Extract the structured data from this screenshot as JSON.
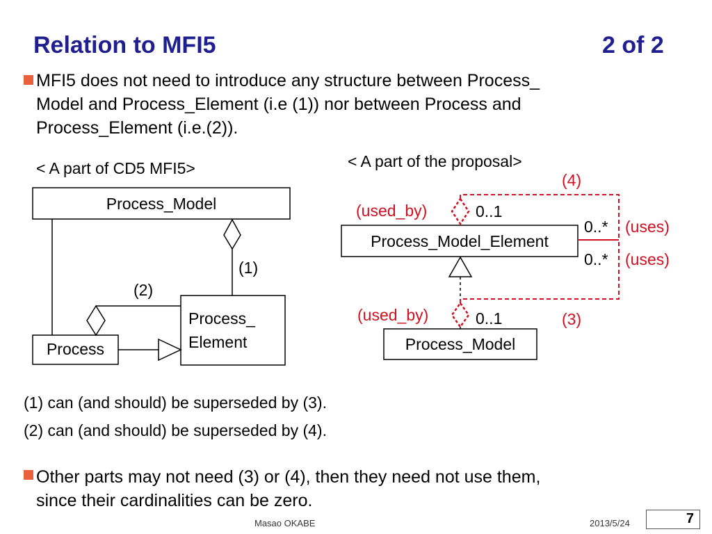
{
  "slide": {
    "title": "Relation to MFI5",
    "page_of": "2 of 2",
    "bullets": [
      {
        "lines": [
          "MFI5 does not need to introduce any structure between Process_",
          "Model and Process_Element (i.e (1)) nor  between Process  and",
          "Process_Element (i.e.(2))."
        ]
      }
    ],
    "left_caption": "< A part of CD5 MFI5>",
    "right_caption": "< A part of the proposal>",
    "left_diagram": {
      "process_model": "Process_Model",
      "process_element_line1": "Process_",
      "process_element_line2": "Element",
      "process": "Process",
      "label_1": "(1)",
      "label_2": "(2)"
    },
    "right_diagram": {
      "process_model_element": "Process_Model_Element",
      "process_model": "Process_Model",
      "label_4": "(4)",
      "label_3": "(3)",
      "used_by_top": "(used_by)",
      "used_by_bottom": "(used_by)",
      "card_top": "0..1",
      "card_bottom": "0..1",
      "card_right_top": "0..*",
      "card_right_bottom": "0..*",
      "uses_top": "(uses)",
      "uses_bottom": "(uses)"
    },
    "statements": [
      "(1) can (and should) be superseded  by (3).",
      "(2) can (and should) be superseded by (4)."
    ],
    "bullet2_lines": [
      "Other parts may not need (3) or (4), then they need not  use them,",
      "since their cardinalities can be zero."
    ],
    "footer": {
      "author": "Masao OKABE",
      "date": "2013/5/24",
      "page_number": "7"
    },
    "colors": {
      "title": "#1f1f8f",
      "bullet": "#e8603c",
      "annotation": "#d01020"
    }
  }
}
